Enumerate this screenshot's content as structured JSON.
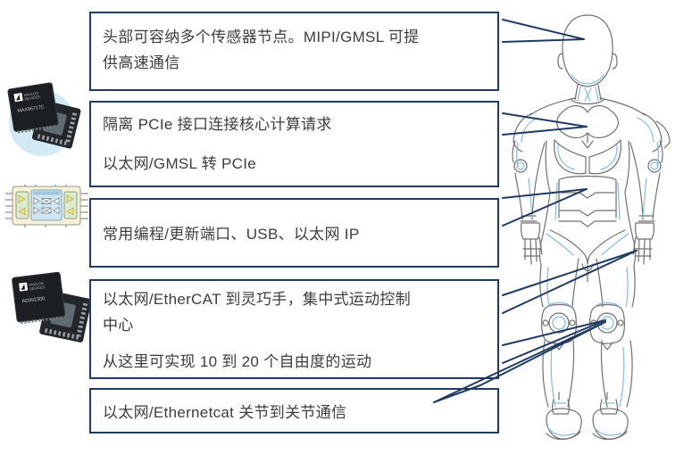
{
  "colors": {
    "accent_navy": "#1f3a63",
    "text": "#3d3d3d",
    "robot_outline": "#707070",
    "robot_accent": "#85bcdc",
    "chip_body": "#1e2226",
    "chip_circle": "#d3e9f4"
  },
  "boxes": {
    "box1": {
      "line1": "头部可容纳多个传感器节点。MIPI/GMSL 可提",
      "line2": "供高速通信"
    },
    "box2": {
      "p1": "隔离 PCIe 接口连接核心计算请求",
      "p2": "以太网/GMSL 转 PCIe"
    },
    "box3": {
      "p1": "常用编程/更新端口、USB、以太网 IP"
    },
    "box4": {
      "line1": "以太网/EtherCAT 到灵巧手，集中式运动控制",
      "line2": "中心",
      "p2": "从这里可实现 10 到 20 个自由度的运动"
    },
    "box5": {
      "p1": "以太网/Ethernetcat 关节到关节通信"
    }
  },
  "chips": {
    "serializer": {
      "brand1": "ANALOG",
      "brand2": "DEVICES",
      "part": "MAX96717C"
    },
    "phy": {
      "brand1": "ANALOG",
      "brand2": "DEVICES",
      "part": "ADIN1300"
    }
  }
}
